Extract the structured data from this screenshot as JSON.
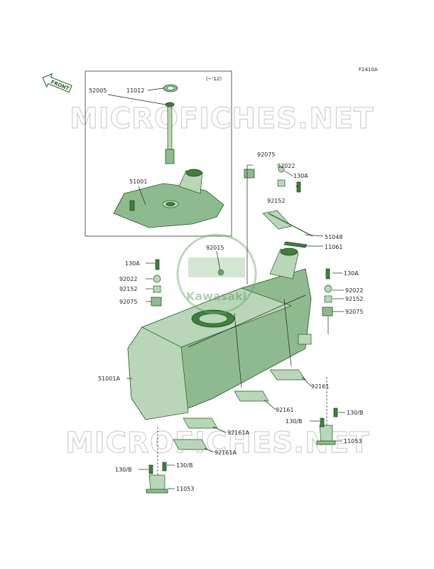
{
  "diagram_code": "F2410A",
  "front_label": "FRONT",
  "inset_note": "(~'12)",
  "watermark": "MICROFICHES.NET",
  "logo_text": "Kawasaki",
  "labels": {
    "p52005": "52005",
    "p11012": "11012",
    "p51001": "51001",
    "p92075_top": "92075",
    "p92022_top": "92022",
    "p130A_top": "130A",
    "p92152_top": "92152",
    "p51048": "51048",
    "p11061": "11061",
    "p92015": "92015",
    "p130A_left": "130A",
    "p92022_left": "92022",
    "p92152_left": "92152",
    "p92075_left": "92075",
    "p130A_right": "130A",
    "p92022_right": "92022",
    "p92152_right": "92152",
    "p92075_right": "92075",
    "p51001A": "51001A",
    "p92161_a": "92161",
    "p92161_b": "92161",
    "p92161A_a": "92161A",
    "p92161A_b": "92161A",
    "p130B_r1": "130/B",
    "p130B_r2": "130/B",
    "p11053_right": "11053",
    "p130B_l1": "130/B",
    "p130B_l2": "130/B",
    "p11053_left": "11053"
  }
}
